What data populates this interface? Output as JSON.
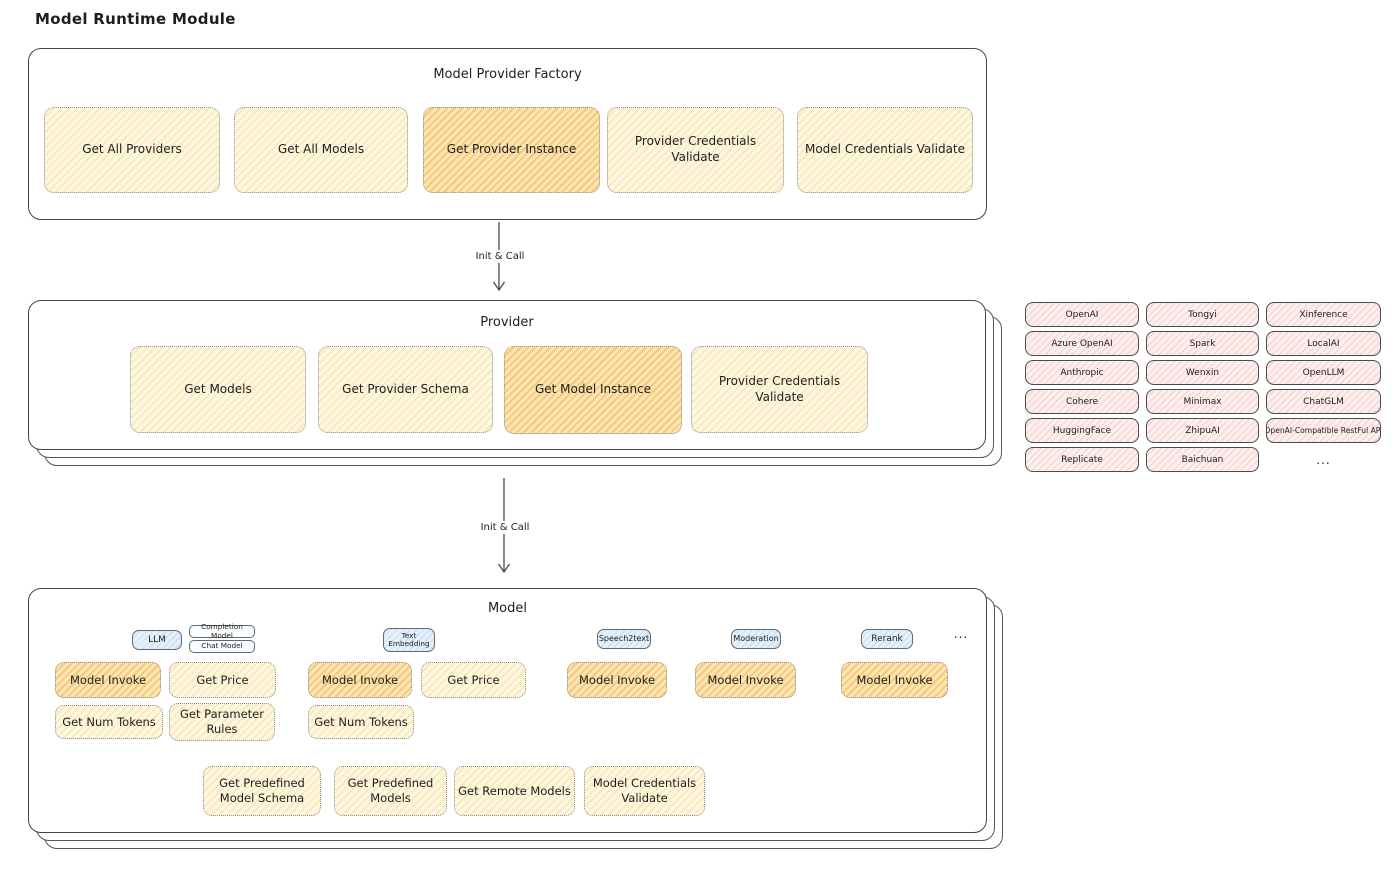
{
  "page_title": "Model Runtime Module",
  "factory": {
    "title": "Model Provider Factory",
    "buttons": [
      {
        "label": "Get All Providers",
        "highlighted": false
      },
      {
        "label": "Get All Models",
        "highlighted": false
      },
      {
        "label": "Get Provider Instance",
        "highlighted": true
      },
      {
        "label": "Provider Credentials Validate",
        "highlighted": false
      },
      {
        "label": "Model Credentials Validate",
        "highlighted": false
      }
    ]
  },
  "arrows": [
    {
      "label": "Init & Call"
    },
    {
      "label": "Init & Call"
    }
  ],
  "provider": {
    "title": "Provider",
    "buttons": [
      {
        "label": "Get Models",
        "highlighted": false
      },
      {
        "label": "Get Provider Schema",
        "highlighted": false
      },
      {
        "label": "Get Model Instance",
        "highlighted": true
      },
      {
        "label": "Provider Credentials Validate",
        "highlighted": false
      }
    ]
  },
  "providers_grid": {
    "rows": [
      [
        "OpenAI",
        "Tongyi",
        "Xinference"
      ],
      [
        "Azure OpenAI",
        "Spark",
        "LocalAI"
      ],
      [
        "Anthropic",
        "Wenxin",
        "OpenLLM"
      ],
      [
        "Cohere",
        "Minimax",
        "ChatGLM"
      ],
      [
        "HuggingFace",
        "ZhipuAI",
        "OpenAI-Compatible RestFul API"
      ],
      [
        "Replicate",
        "Baichuan",
        "..."
      ]
    ],
    "more_symbol": "..."
  },
  "model": {
    "title": "Model",
    "tabs": {
      "llm": "LLM",
      "completion_model": "Completion Model",
      "chat_model": "Chat Model",
      "text_embedding": "Text Embedding",
      "speech2text": "Speech2text",
      "moderation": "Moderation",
      "rerank": "Rerank",
      "more": "..."
    },
    "buttons": [
      {
        "label": "Model Invoke",
        "highlighted": true
      },
      {
        "label": "Get Price",
        "highlighted": false
      },
      {
        "label": "Model Invoke",
        "highlighted": true
      },
      {
        "label": "Get Price",
        "highlighted": false
      },
      {
        "label": "Model Invoke",
        "highlighted": true
      },
      {
        "label": "Model Invoke",
        "highlighted": true
      },
      {
        "label": "Model Invoke",
        "highlighted": true
      },
      {
        "label": "Get Num Tokens",
        "highlighted": false
      },
      {
        "label": "Get Parameter Rules",
        "highlighted": false
      },
      {
        "label": "Get Num Tokens",
        "highlighted": false
      }
    ],
    "bottom_buttons": [
      {
        "label": "Get Predefined Model Schema",
        "highlighted": false
      },
      {
        "label": "Get Predefined Models",
        "highlighted": false
      },
      {
        "label": "Get Remote Models",
        "highlighted": false
      },
      {
        "label": "Model Credentials Validate",
        "highlighted": false
      }
    ]
  },
  "colors": {
    "box_border": "#43474b",
    "shape_fill": "#fdf7df",
    "shape_highlight_fill": "#fbe5b4",
    "highlight_hatch": "#f2a02c",
    "provider_chip_fill": "#fcefee",
    "tab_fill": "#e4f0fa"
  }
}
